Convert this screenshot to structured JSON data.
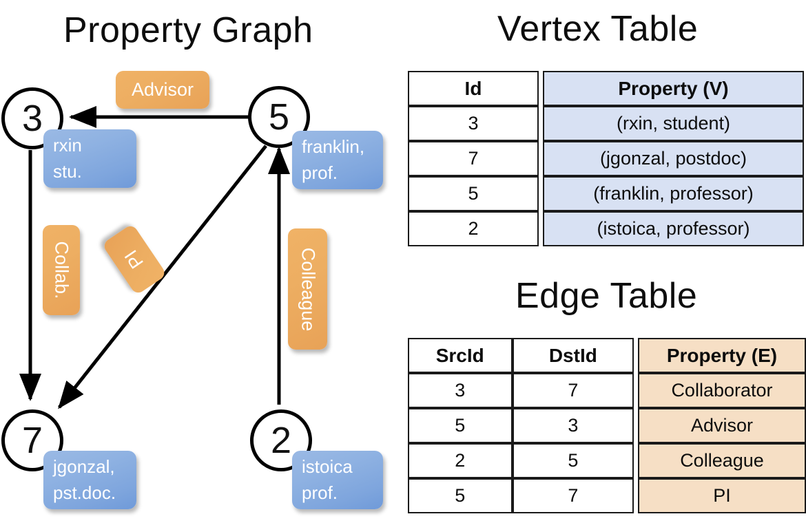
{
  "titles": {
    "graph": "Property Graph",
    "vertex_table": "Vertex Table",
    "edge_table": "Edge Table"
  },
  "graph": {
    "nodes": [
      {
        "id": "3",
        "property_lines": [
          "rxin",
          "stu."
        ]
      },
      {
        "id": "5",
        "property_lines": [
          "franklin,",
          "prof."
        ]
      },
      {
        "id": "7",
        "property_lines": [
          "jgonzal,",
          "pst.doc."
        ]
      },
      {
        "id": "2",
        "property_lines": [
          "istoica",
          "prof."
        ]
      }
    ],
    "edge_labels": [
      {
        "name": "advisor",
        "text": "Advisor",
        "from": "5",
        "to": "3"
      },
      {
        "name": "collab",
        "text": "Collab.",
        "from": "3",
        "to": "7"
      },
      {
        "name": "pi",
        "text": "PI",
        "from": "5",
        "to": "7"
      },
      {
        "name": "colleague",
        "text": "Colleague",
        "from": "2",
        "to": "5"
      }
    ]
  },
  "vertex_table": {
    "headers": [
      "Id",
      "Property (V)"
    ],
    "rows": [
      {
        "id": "3",
        "property": "(rxin, student)"
      },
      {
        "id": "7",
        "property": "(jgonzal, postdoc)"
      },
      {
        "id": "5",
        "property": "(franklin, professor)"
      },
      {
        "id": "2",
        "property": "(istoica, professor)"
      }
    ]
  },
  "edge_table": {
    "headers": [
      "SrcId",
      "DstId",
      "Property (E)"
    ],
    "rows": [
      {
        "src": "3",
        "dst": "7",
        "property": "Collaborator"
      },
      {
        "src": "5",
        "dst": "3",
        "property": "Advisor"
      },
      {
        "src": "2",
        "dst": "5",
        "property": "Colleague"
      },
      {
        "src": "5",
        "dst": "7",
        "property": "PI"
      }
    ]
  },
  "colors": {
    "vertex_property_fill": "#d8e1f3",
    "edge_property_fill": "#f6dfc5",
    "node_label_blue": "#8fb2e2",
    "edge_label_orange": "#eeae62",
    "stroke": "#000000"
  }
}
